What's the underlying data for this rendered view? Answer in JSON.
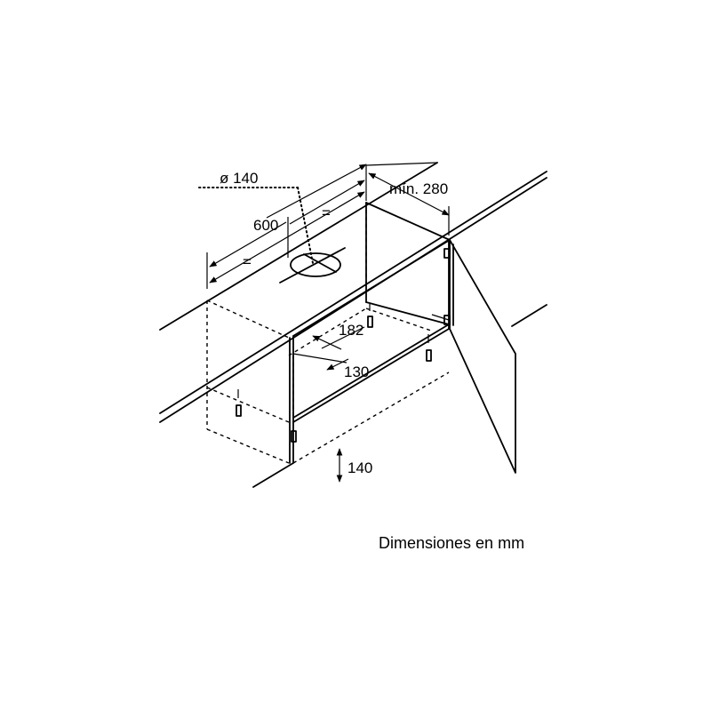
{
  "labels": {
    "diameter": "ø 140",
    "width": "600",
    "equal_left": "=",
    "equal_right": "=",
    "min_depth": "mín. 280",
    "cutout_depth": "182",
    "cutout_width": "130",
    "bottom_height": "140"
  },
  "caption": "Dimensiones en mm"
}
